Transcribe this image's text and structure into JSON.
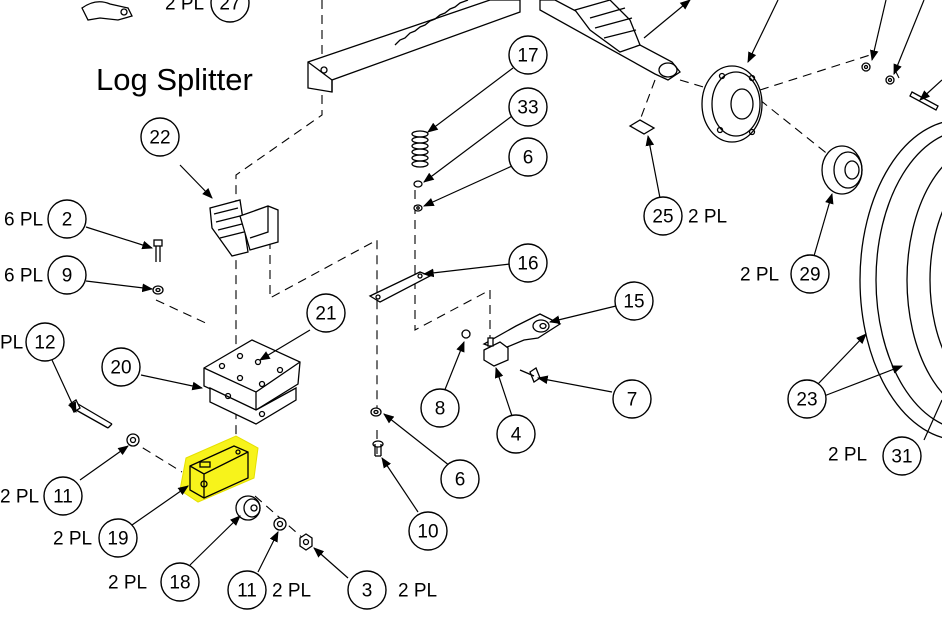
{
  "title": "Log Splitter",
  "highlight_color": "#f7f31b",
  "callouts": [
    {
      "id": "c27",
      "number": "27",
      "qty": "2 PL"
    },
    {
      "id": "c22",
      "number": "22",
      "qty": ""
    },
    {
      "id": "c2",
      "number": "2",
      "qty": "6 PL"
    },
    {
      "id": "c9",
      "number": "9",
      "qty": "6 PL"
    },
    {
      "id": "c12",
      "number": "12",
      "qty": "PL"
    },
    {
      "id": "c20",
      "number": "20",
      "qty": ""
    },
    {
      "id": "c21",
      "number": "21",
      "qty": ""
    },
    {
      "id": "c11a",
      "number": "11",
      "qty": "2 PL"
    },
    {
      "id": "c19",
      "number": "19",
      "qty": "2 PL"
    },
    {
      "id": "c18",
      "number": "18",
      "qty": "2 PL"
    },
    {
      "id": "c11b",
      "number": "11",
      "qty": "2 PL"
    },
    {
      "id": "c3",
      "number": "3",
      "qty": "2 PL"
    },
    {
      "id": "c17",
      "number": "17",
      "qty": ""
    },
    {
      "id": "c33",
      "number": "33",
      "qty": ""
    },
    {
      "id": "c6a",
      "number": "6",
      "qty": ""
    },
    {
      "id": "c16",
      "number": "16",
      "qty": ""
    },
    {
      "id": "c6b",
      "number": "6",
      "qty": ""
    },
    {
      "id": "c10",
      "number": "10",
      "qty": ""
    },
    {
      "id": "c15",
      "number": "15",
      "qty": ""
    },
    {
      "id": "c8",
      "number": "8",
      "qty": ""
    },
    {
      "id": "c4",
      "number": "4",
      "qty": ""
    },
    {
      "id": "c7",
      "number": "7",
      "qty": ""
    },
    {
      "id": "c25",
      "number": "25",
      "qty": "2 PL"
    },
    {
      "id": "c29",
      "number": "29",
      "qty": "2 PL"
    },
    {
      "id": "c23",
      "number": "23",
      "qty": ""
    },
    {
      "id": "c31",
      "number": "31",
      "qty": "2 PL"
    }
  ]
}
